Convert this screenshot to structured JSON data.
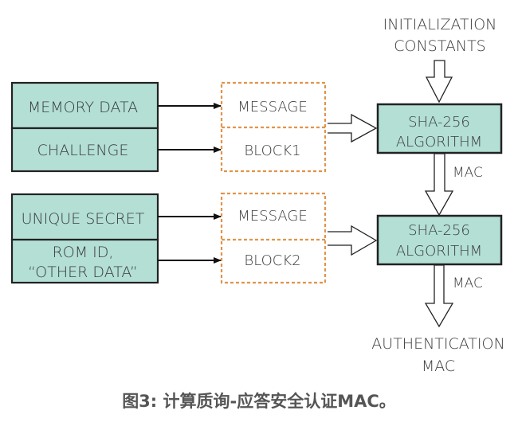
{
  "colors": {
    "box_fill": "#b3dfd5",
    "box_stroke": "#222222",
    "dashed_stroke": "#e0944a",
    "text": "#3a3a3a",
    "caption": "#555555"
  },
  "inputs": {
    "group1": [
      "MEMORY DATA",
      "CHALLENGE"
    ],
    "group2": [
      "UNIQUE SECRET",
      "ROM ID,",
      "“OTHER DATA”"
    ]
  },
  "message_blocks": {
    "block1": [
      "MESSAGE",
      "BLOCK1"
    ],
    "block2": [
      "MESSAGE",
      "BLOCK2"
    ]
  },
  "top_label": [
    "INITIALIZATION",
    "CONSTANTS"
  ],
  "sha_blocks": {
    "sha1": [
      "SHA-256",
      "ALGORITHM"
    ],
    "sha2": [
      "SHA-256",
      "ALGORITHM"
    ]
  },
  "mac_labels": [
    "MAC",
    "MAC"
  ],
  "output_label": [
    "AUTHENTICATION",
    "MAC"
  ],
  "caption": "图3: 计算质询-应答安全认证MAC。"
}
